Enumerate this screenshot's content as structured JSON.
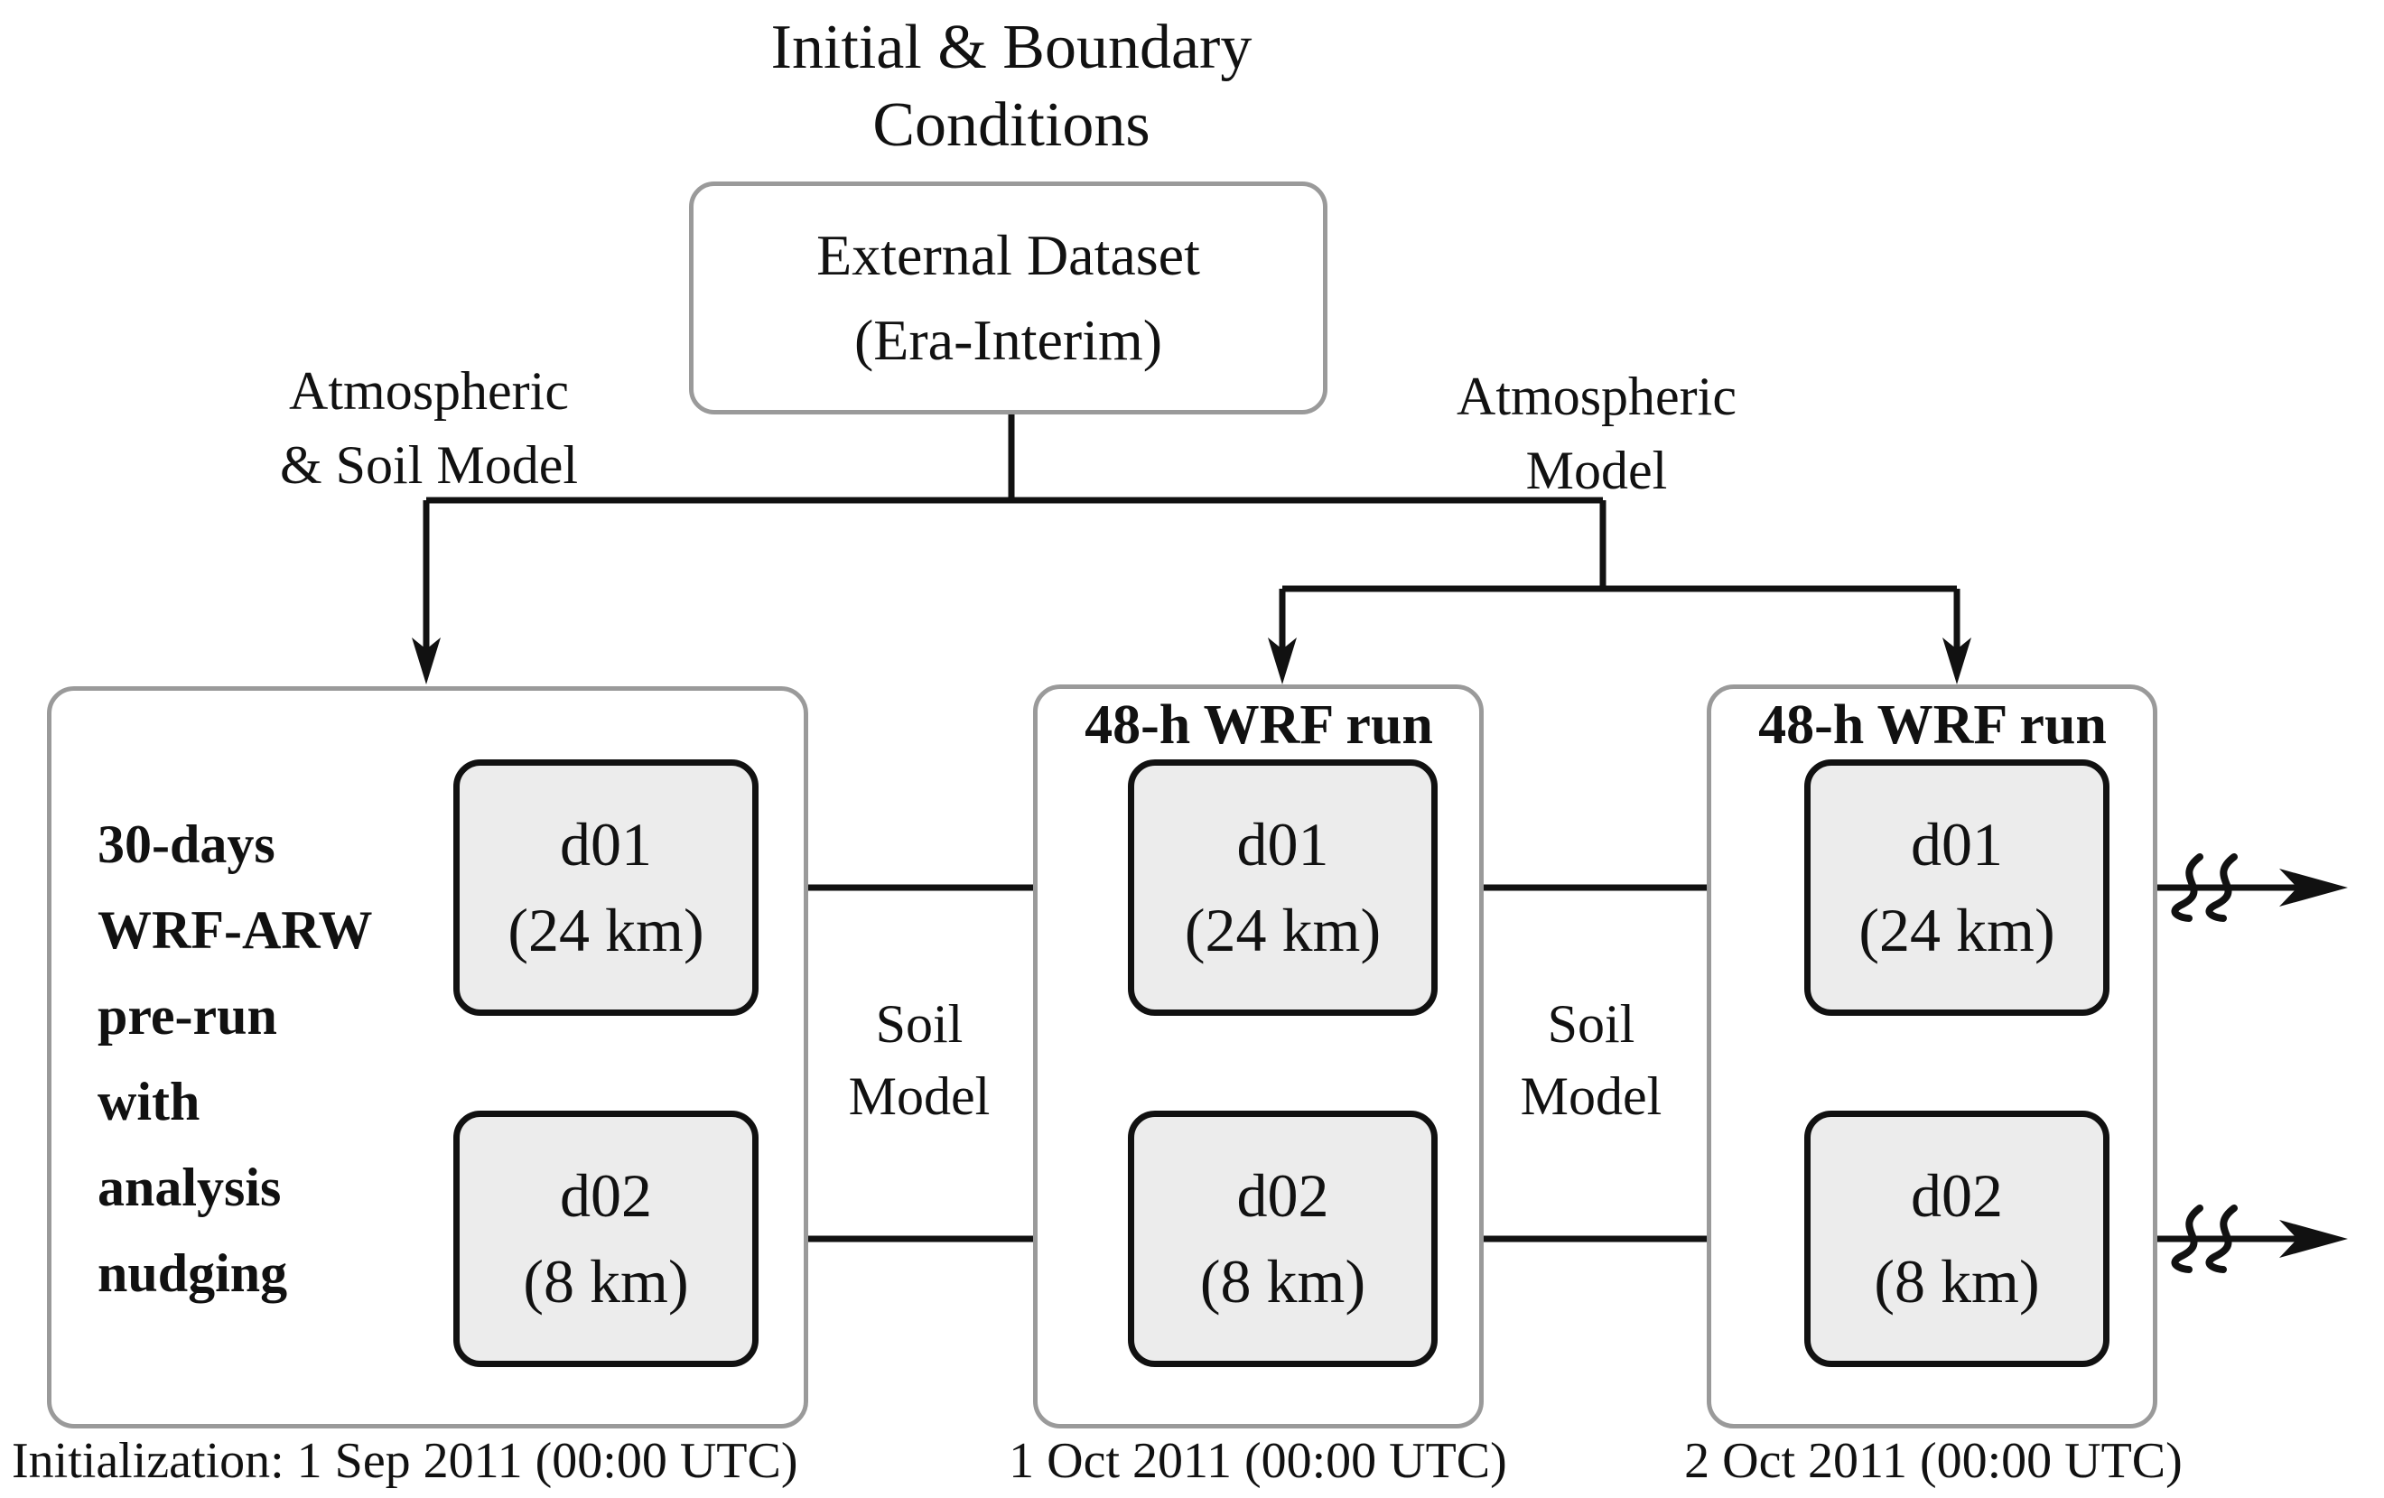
{
  "title": "Initial & Boundary\nConditions",
  "external": {
    "label": "External Dataset\n(Era-Interim)"
  },
  "branch_labels": {
    "left": "Atmospheric\n& Soil Model",
    "right": "Atmospheric\nModel"
  },
  "soil_model_labels": [
    "Soil\nModel",
    "Soil\nModel"
  ],
  "stages": [
    {
      "id": "pre-run",
      "label": "30-days\nWRF-ARW\npre-run\nwith\nanalysis\nnudging",
      "domains": [
        {
          "name": "d01",
          "resolution": "(24 km)"
        },
        {
          "name": "d02",
          "resolution": "(8 km)"
        }
      ],
      "caption": "Initialization: 1 Sep 2011 (00:00 UTC)"
    },
    {
      "id": "run-1",
      "label": "48-h WRF run",
      "domains": [
        {
          "name": "d01",
          "resolution": "(24 km)"
        },
        {
          "name": "d02",
          "resolution": "(8 km)"
        }
      ],
      "caption": "1 Oct 2011 (00:00 UTC)"
    },
    {
      "id": "run-2",
      "label": "48-h WRF run",
      "domains": [
        {
          "name": "d01",
          "resolution": "(24 km)"
        },
        {
          "name": "d02",
          "resolution": "(8 km)"
        }
      ],
      "caption": "2 Oct 2011 (00:00 UTC)"
    }
  ],
  "colors": {
    "ink": "#111111",
    "container_border": "#9a9a9a",
    "box_fill": "#ececec",
    "background": "#ffffff"
  }
}
